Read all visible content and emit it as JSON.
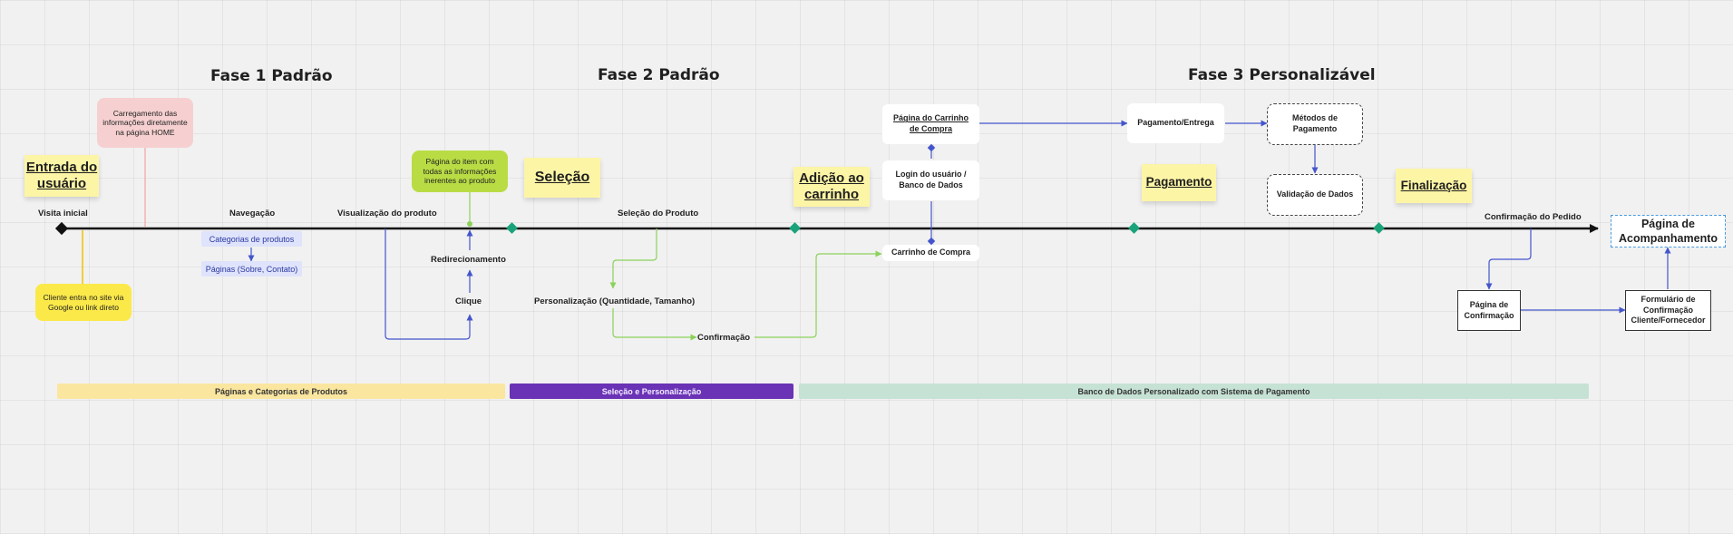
{
  "phases": {
    "phase1": "Fase 1 Padrão",
    "phase2": "Fase 2 Padrão",
    "phase3": "Fase 3 Personalizável"
  },
  "stickies": {
    "entrada": "Entrada do usuário",
    "selecao": "Seleção",
    "adicao": "Adição ao carrinho",
    "pagamento": "Pagamento",
    "finalizacao": "Finalização"
  },
  "notes": {
    "carregamento": "Carregamento das informações diretamente na página HOME",
    "pagina_item": "Página do item com todas as informações inerentes ao produto",
    "cliente_entra": "Cliente entra no site via Google ou link direto"
  },
  "timeline_labels": {
    "visita_inicial": "Visita inicial",
    "navegacao": "Navegação",
    "visualizacao": "Visualização do produto",
    "selecao_produto": "Seleção do Produto",
    "confirmacao_pedido": "Confirmação do Pedido"
  },
  "nav_pills": {
    "categorias": "Categorias de produtos",
    "paginas": "Páginas (Sobre, Contato)"
  },
  "flow_labels": {
    "redirecionamento": "Redirecionamento",
    "clique": "Clique",
    "personalizacao": "Personalização (Quantidade, Tamanho)",
    "confirmacao": "Confirmação"
  },
  "cards": {
    "pagina_carrinho": "Página do Carrinho de Compra",
    "login": "Login do usuário / Banco de Dados",
    "carrinho": "Carrinho de Compra",
    "pagamento_entrega": "Pagamento/Entrega",
    "metodos": "Métodos de Pagamento",
    "validacao": "Validação de Dados",
    "acompanhamento": "Página de Acompanhamento",
    "pagina_confirmacao": "Página de Confirmação",
    "formulario": "Formulário de Confirmação Cliente/Fornecedor"
  },
  "lanes": {
    "lane1": "Páginas e Categorias de Produtos",
    "lane2": "Seleção e Personalização",
    "lane3": "Banco de Dados Personalizado com Sistema de Pagamento"
  },
  "colors": {
    "timeline": "#111111",
    "milestone": "#1aa37a",
    "blue_connector": "#4455cc",
    "green_connector": "#8bd25b",
    "sticky_yellow": "#fdf5a6",
    "lane_yellow": "#fbe6a0",
    "lane_purple": "#6a32b5",
    "lane_teal": "#c6e2d5"
  }
}
